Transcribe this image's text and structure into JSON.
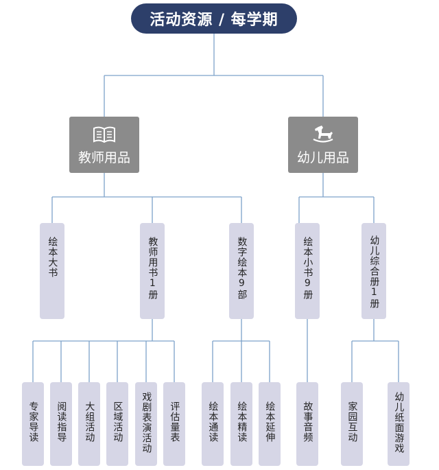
{
  "title": "活动资源 / 每学期",
  "categories": [
    {
      "label": "教师用品",
      "icon": "open-book-icon"
    },
    {
      "label": "幼儿用品",
      "icon": "rocking-horse-icon"
    }
  ],
  "level2": [
    "绘本大书",
    "教师用书1册",
    "数字绘本9部",
    "绘本小书9册",
    "幼儿综合册1册"
  ],
  "level3": [
    "专家导读",
    "阅读指导",
    "大组活动",
    "区域活动",
    "戏剧表演活动",
    "评估量表",
    "绘本通读",
    "绘本精读",
    "绘本延伸",
    "故事音频",
    "家园互动",
    "幼儿纸面游戏"
  ],
  "colors": {
    "title_bg": "#2d3f6a",
    "category_bg": "#8b8b8b",
    "box_bg": "#d6d6e6",
    "line": "#7da2c9"
  }
}
